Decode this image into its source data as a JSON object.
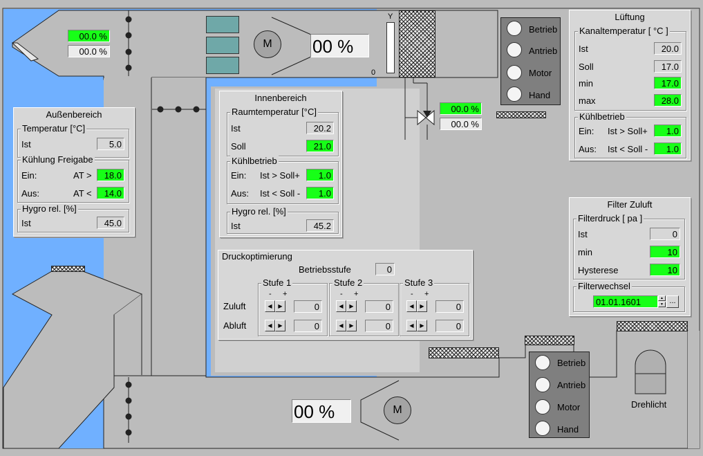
{
  "colors": {
    "air_blue": "#70b0ff",
    "duct_gray": "#bcbcbc",
    "active_green": "#17ff17",
    "panel_gray": "#d7d7d7"
  },
  "top_left_damper": {
    "value_green": "00.0 %",
    "value_white": "00.0 %"
  },
  "supply_fan": {
    "motor_label": "M",
    "speed": "00 %"
  },
  "extract_fan": {
    "motor_label": "M",
    "speed": "00 %"
  },
  "damper_scale": {
    "top": "Y",
    "bottom": "0"
  },
  "valve": {
    "value_green": "00.0 %",
    "value_white": "00.0 %"
  },
  "status_top": {
    "items": [
      "Betrieb",
      "Antrieb",
      "Motor",
      "Hand"
    ]
  },
  "status_bottom": {
    "items": [
      "Betrieb",
      "Antrieb",
      "Motor",
      "Hand"
    ]
  },
  "drehlicht": {
    "label": "Drehlicht"
  },
  "aussen": {
    "title": "Außenbereich",
    "temp_group": "Temperatur [°C]",
    "ist_label": "Ist",
    "ist_value": "5.0",
    "cool_group": "Kühlung Freigabe",
    "ein_label": "Ein:",
    "ein_cond": "AT >",
    "ein_value": "18.0",
    "aus_label": "Aus:",
    "aus_cond": "AT <",
    "aus_value": "14.0",
    "hygro_group": "Hygro rel. [%]",
    "hygro_ist_label": "Ist",
    "hygro_ist_value": "45.0"
  },
  "innen": {
    "title": "Innenbereich",
    "raum_group": "Raumtemperatur [°C]",
    "ist_label": "Ist",
    "ist_value": "20.2",
    "soll_label": "Soll",
    "soll_value": "21.0",
    "kuehl_group": "Kühlbetrieb",
    "ein_label": "Ein:",
    "ein_cond": "Ist > Soll+",
    "ein_value": "1.0",
    "aus_label": "Aus:",
    "aus_cond": "Ist < Soll -",
    "aus_value": "1.0",
    "hygro_group": "Hygro rel. [%]",
    "hygro_ist_label": "Ist",
    "hygro_ist_value": "45.2"
  },
  "lueftung": {
    "title": "Lüftung",
    "kanal_group": "Kanaltemperatur [ °C ]",
    "ist_label": "Ist",
    "ist_value": "20.0",
    "soll_label": "Soll",
    "soll_value": "17.0",
    "min_label": "min",
    "min_value": "17.0",
    "max_label": "max",
    "max_value": "28.0",
    "kuehl_group": "Kühlbetrieb",
    "ein_label": "Ein:",
    "ein_cond": "Ist > Soll+",
    "ein_value": "1.0",
    "aus_label": "Aus:",
    "aus_cond": "Ist < Soll -",
    "aus_value": "1.0"
  },
  "filter": {
    "title": "Filter Zuluft",
    "druck_group": "Filterdruck [ pa ]",
    "ist_label": "Ist",
    "ist_value": "0",
    "min_label": "min",
    "min_value": "10",
    "hyst_label": "Hysterese",
    "hyst_value": "10",
    "wechsel_group": "Filterwechsel",
    "date_value": "01.01.1601",
    "browse_label": "..."
  },
  "druck": {
    "title": "Druckoptimierung",
    "betrieb_label": "Betriebsstufe",
    "betrieb_value": "0",
    "minus": "-",
    "plus": "+",
    "zuluft_label": "Zuluft",
    "abluft_label": "Abluft",
    "stufen": [
      {
        "label": "Stufe 1",
        "zuluft": "0",
        "abluft": "0"
      },
      {
        "label": "Stufe 2",
        "zuluft": "0",
        "abluft": "0"
      },
      {
        "label": "Stufe 3",
        "zuluft": "0",
        "abluft": "0"
      }
    ]
  }
}
